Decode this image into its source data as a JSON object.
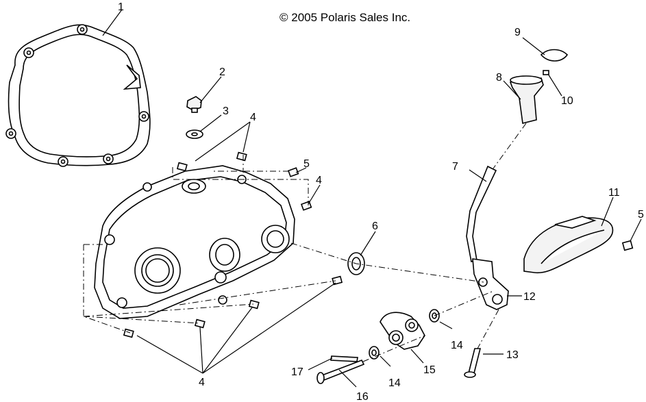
{
  "copyright": "© 2005 Polaris Sales Inc.",
  "callouts": [
    "1",
    "2",
    "3",
    "4",
    "4",
    "5",
    "4",
    "5",
    "6",
    "7",
    "8",
    "9",
    "10",
    "11",
    "12",
    "13",
    "14",
    "14",
    "15",
    "16",
    "17",
    "4"
  ]
}
